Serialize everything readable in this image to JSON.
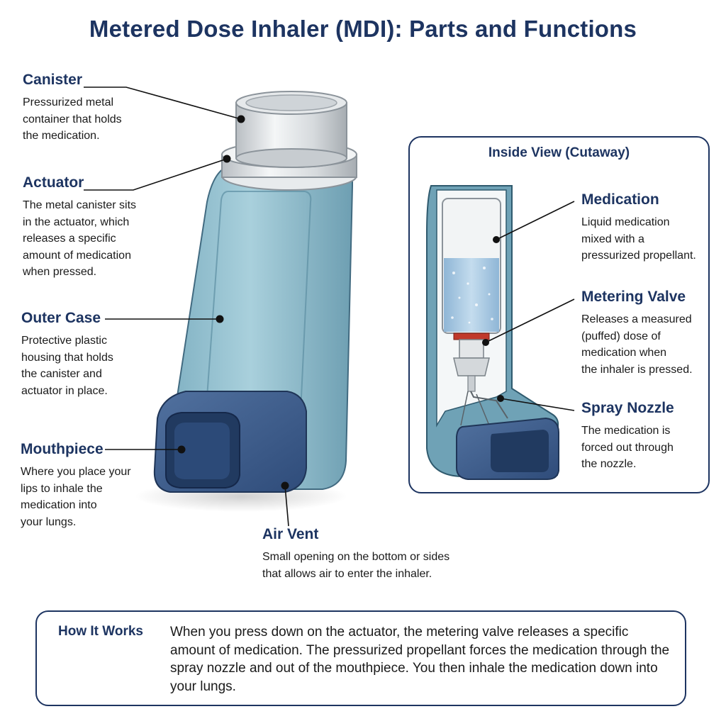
{
  "title": "Metered Dose Inhaler (MDI): Parts and Functions",
  "labels": {
    "canister": {
      "name": "Canister",
      "desc": "Pressurized metal\ncontainer that holds\nthe medication."
    },
    "actuator": {
      "name": "Actuator",
      "desc": "The metal canister sits\nin the actuator, which\nreleases a specific\namount of medication\nwhen pressed."
    },
    "outer_case": {
      "name": "Outer Case",
      "desc": "Protective plastic\nhousing that holds\nthe canister and\nactuator in place."
    },
    "mouthpiece": {
      "name": "Mouthpiece",
      "desc": "Where you place your\nlips to inhale the\nmedication into\nyour lungs."
    },
    "air_vent": {
      "name": "Air Vent",
      "desc": "Small opening on the bottom or sides\nthat allows air to enter the inhaler."
    }
  },
  "cutaway": {
    "title": "Inside View (Cutaway)",
    "medication": {
      "name": "Medication",
      "desc": "Liquid medication\nmixed with a\npressurized propellant."
    },
    "metering_valve": {
      "name": "Metering Valve",
      "desc": "Releases a measured\n(puffed) dose of\nmedication when\nthe inhaler is pressed."
    },
    "spray_nozzle": {
      "name": "Spray Nozzle",
      "desc": "The medication is\nforced out through\nthe nozzle."
    }
  },
  "how_it_works": {
    "title": "How It Works",
    "text": "When you press down on the actuator, the metering valve releases a specific amount of medication. The pressurized propellant forces the medication through the spray nozzle and out of the mouthpiece. You then inhale the medication down into your lungs."
  },
  "colors": {
    "heading": "#1d3461",
    "case": "#8fbfcf",
    "mouthpiece": "#3f5f8f",
    "canister": "#d9dde0",
    "medication_liquid": "#a8c8e0",
    "valve_seal": "#c0392b"
  }
}
